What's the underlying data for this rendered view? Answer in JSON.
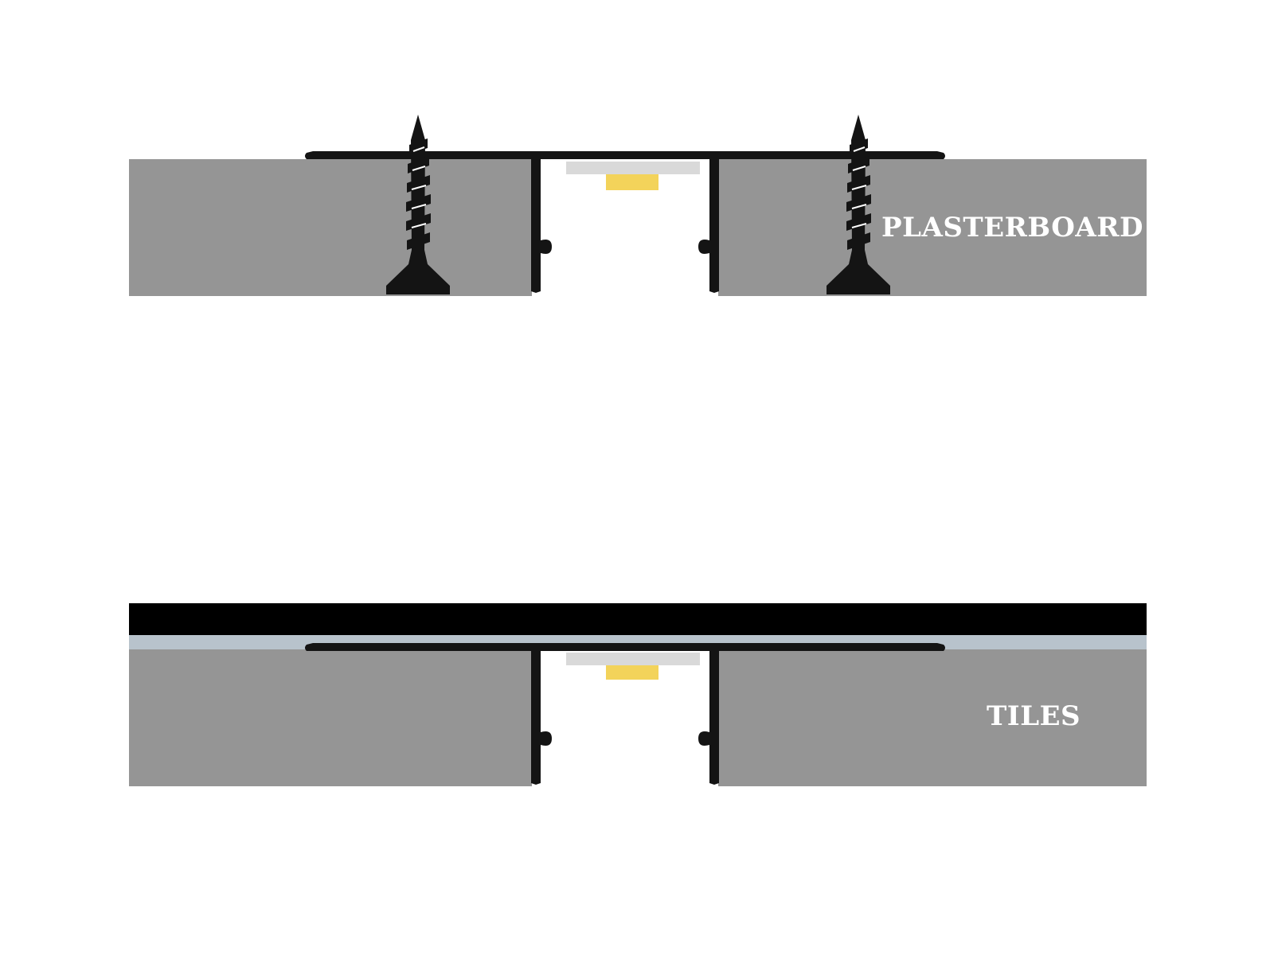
{
  "diagram": {
    "panels": [
      {
        "id": "plasterboard",
        "label": "PLASTERBOARD",
        "has_screws": true,
        "has_tile_layer": false
      },
      {
        "id": "tiles",
        "label": "TILES",
        "has_screws": false,
        "has_tile_layer": true
      }
    ],
    "colors": {
      "board": "#959595",
      "profile": "#141414",
      "diffuser": "#d9d9d9",
      "led": "#f3d35a",
      "tile_top": "#000000",
      "adhesive": "#b8c3cc",
      "background": "#ffffff"
    },
    "icons": {
      "screw": "drywall-screw-icon",
      "led_strip": "led-strip-icon"
    }
  }
}
